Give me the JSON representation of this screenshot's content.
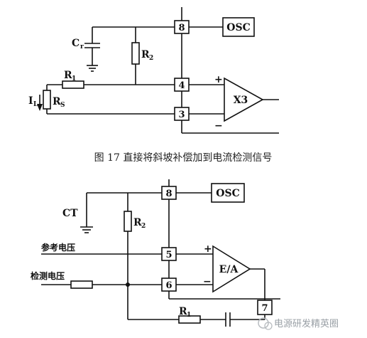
{
  "figure_top": {
    "pins": [
      "8",
      "4",
      "3"
    ],
    "osc": "OSC",
    "amp": "X3",
    "plus": "+",
    "minus": "−",
    "cr": "C",
    "cr_sub": "r",
    "r2": "R",
    "r2_sub": "2",
    "r1": "R",
    "r1_sub": "1",
    "il": "I",
    "il_sub": "L",
    "rs": "R",
    "rs_sub": "S"
  },
  "caption": "图 17  直接将斜坡补偿加到电流检测信号",
  "figure_bottom": {
    "pins": [
      "8",
      "5",
      "6",
      "7"
    ],
    "osc": "OSC",
    "amp": "E/A",
    "plus": "+",
    "minus": "−",
    "ct": "CT",
    "r2": "R",
    "r2_sub": "2",
    "r1": "R",
    "r1_sub": "1",
    "ref_label": "参考电压",
    "sense_label": "检测电压"
  },
  "watermark": "电源研发精英圈"
}
